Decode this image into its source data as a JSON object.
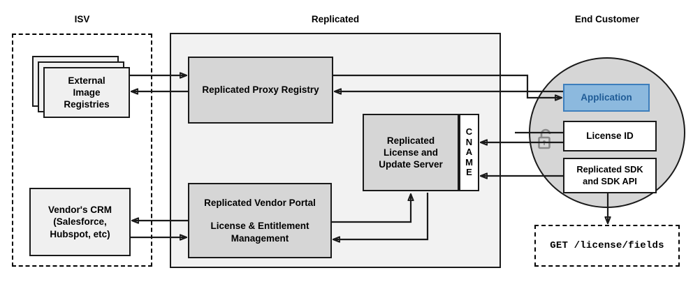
{
  "zones": {
    "isv": {
      "title": "ISV"
    },
    "replicated": {
      "title": "Replicated"
    },
    "end_customer": {
      "title": "End Customer"
    }
  },
  "nodes": {
    "external_registries": {
      "label": "External\nImage\nRegistries"
    },
    "vendor_crm": {
      "label": "Vendor's CRM\n(Salesforce,\nHubspot, etc)"
    },
    "proxy_registry": {
      "label": "Replicated Proxy Registry"
    },
    "license_update_server": {
      "label": "Replicated\nLicense and\nUpdate Server"
    },
    "cname": {
      "letters": [
        "C",
        "N",
        "A",
        "M",
        "E"
      ]
    },
    "vendor_portal": {
      "line1": "Replicated Vendor Portal",
      "line2": "License & Entitlement",
      "line3": "Management"
    },
    "application": {
      "label": "Application"
    },
    "license_id": {
      "label": "License ID"
    },
    "replicated_sdk": {
      "label": "Replicated SDK\nand SDK API"
    },
    "api_request": {
      "label": "GET /license/fields"
    }
  },
  "icons": {
    "lock": {
      "name": "unlocked-padlock-icon",
      "color": "#8a8a8a"
    }
  },
  "colors": {
    "zone_fill": "#f2f2f2",
    "node_gray": "#d6d6d6",
    "node_light": "#f0f0f0",
    "accent_blue_fill": "#8cb9de",
    "accent_blue_border": "#3d7ebc",
    "accent_blue_text": "#1f5b96",
    "circle_fill": "#d6d6d6",
    "stroke": "#1a1a1a"
  }
}
